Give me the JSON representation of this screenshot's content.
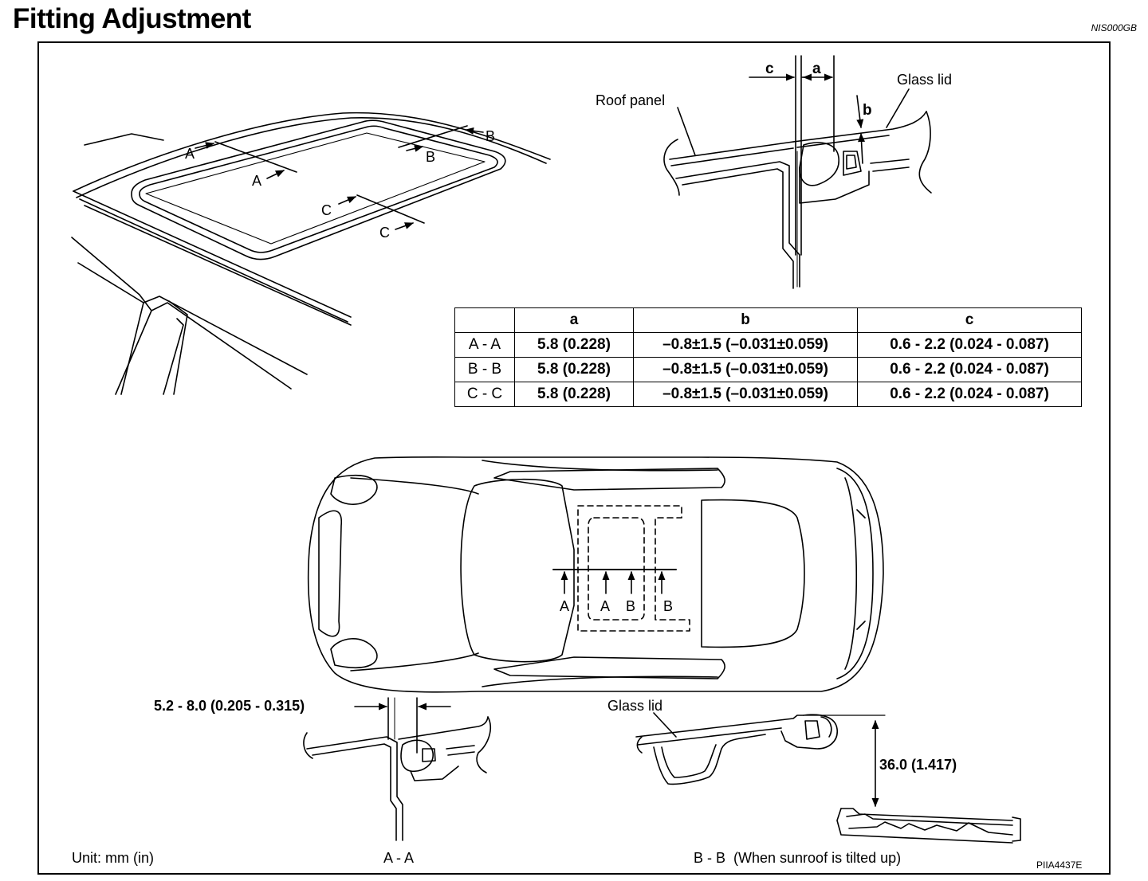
{
  "title": "Fitting Adjustment",
  "doc_code": "NIS000GB",
  "figure_code": "PIIA4437E",
  "unit_label": "Unit: mm (in)",
  "perspective_labels": {
    "a_outer": "A",
    "a_inner": "A",
    "b_outer": "B",
    "b_inner": "B",
    "c_outer": "C",
    "c_inner": "C"
  },
  "top_section": {
    "roof_panel": "Roof panel",
    "glass_lid": "Glass lid",
    "dim_a": "a",
    "dim_b": "b",
    "dim_c": "c"
  },
  "table": {
    "headers": [
      "",
      "a",
      "b",
      "c"
    ],
    "rows": [
      {
        "section": "A - A",
        "a": "5.8 (0.228)",
        "b": "–0.8±1.5 (–0.031±0.059)",
        "c": "0.6 - 2.2 (0.024 - 0.087)"
      },
      {
        "section": "B - B",
        "a": "5.8 (0.228)",
        "b": "–0.8±1.5 (–0.031±0.059)",
        "c": "0.6 - 2.2 (0.024 - 0.087)"
      },
      {
        "section": "C - C",
        "a": "5.8 (0.228)",
        "b": "–0.8±1.5 (–0.031±0.059)",
        "c": "0.6 - 2.2 (0.024 - 0.087)"
      }
    ]
  },
  "car_labels": [
    "A",
    "A",
    "B",
    "B"
  ],
  "section_aa": {
    "dimension": "5.2 - 8.0 (0.205 - 0.315)",
    "caption": "A - A"
  },
  "section_bb": {
    "glass_lid": "Glass lid",
    "dimension": "36.0 (1.417)",
    "caption": "B - B  (When sunroof is tilted up)"
  }
}
